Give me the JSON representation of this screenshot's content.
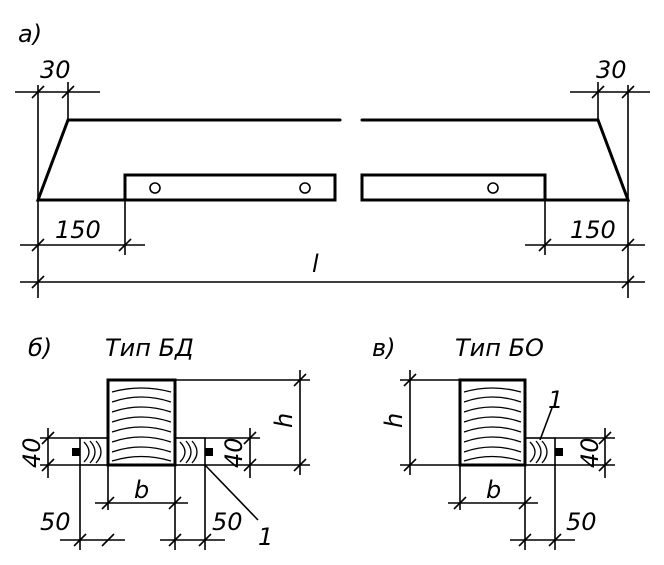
{
  "view_a": {
    "label": "а)",
    "dim_left_offset": "30",
    "dim_right_offset": "30",
    "dim_left_step": "150",
    "dim_right_step": "150",
    "dim_length": "l"
  },
  "view_b": {
    "label": "б)",
    "title": "Тип БД",
    "dim_h": "h",
    "dim_left_40": "40",
    "dim_right_40": "40",
    "dim_b": "b",
    "dim_left_50": "50",
    "dim_right_50": "50",
    "callout": "1"
  },
  "view_v": {
    "label": "в)",
    "title": "Тип БО",
    "dim_h": "h",
    "dim_40": "40",
    "dim_b": "b",
    "dim_50": "50",
    "callout": "1"
  }
}
